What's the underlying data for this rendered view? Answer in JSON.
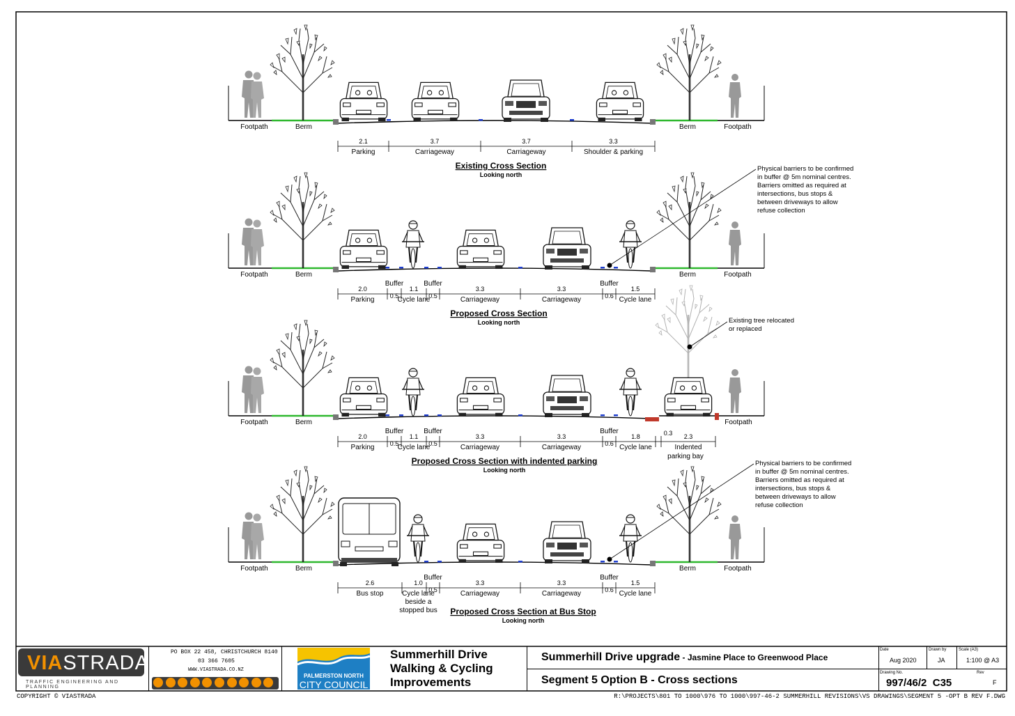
{
  "sections": [
    {
      "title": "Existing Cross Section",
      "subtitle": "Looking north",
      "side_labels": [
        "Footpath",
        "Berm",
        "Berm",
        "Footpath"
      ],
      "dims": [
        {
          "value": "2.1",
          "label": "Parking"
        },
        {
          "value": "3.7",
          "label": "Carriageway"
        },
        {
          "value": "3.7",
          "label": "Carriageway"
        },
        {
          "value": "3.3",
          "label": "Shoulder & parking"
        }
      ]
    },
    {
      "title": "Proposed Cross Section",
      "subtitle": "Looking north",
      "side_labels": [
        "Footpath",
        "Berm",
        "Berm",
        "Footpath"
      ],
      "dims": [
        {
          "value": "2.0",
          "label": "Parking"
        },
        {
          "value": "0.5",
          "label": "Buffer"
        },
        {
          "value": "1.1",
          "label": "Cycle lane"
        },
        {
          "value": "0.5",
          "label": "Buffer"
        },
        {
          "value": "3.3",
          "label": "Carriageway"
        },
        {
          "value": "3.3",
          "label": "Carriageway"
        },
        {
          "value": "0.6",
          "label": "Buffer"
        },
        {
          "value": "1.5",
          "label": "Cycle lane"
        }
      ],
      "note": [
        "Physical barriers to be confirmed",
        "in buffer @ 5m nominal centres.",
        "Barriers omitted as required at",
        "intersections, bus stops &",
        "between driveways to allow",
        "refuse collection"
      ]
    },
    {
      "title": "Proposed Cross Section with indented parking",
      "subtitle": "Looking north",
      "side_labels": [
        "Footpath",
        "Berm",
        "Footpath"
      ],
      "dims": [
        {
          "value": "2.0",
          "label": "Parking"
        },
        {
          "value": "0.5",
          "label": "Buffer"
        },
        {
          "value": "1.1",
          "label": "Cycle lane"
        },
        {
          "value": "0.5",
          "label": "Buffer"
        },
        {
          "value": "3.3",
          "label": "Carriageway"
        },
        {
          "value": "3.3",
          "label": "Carriageway"
        },
        {
          "value": "0.6",
          "label": "Buffer"
        },
        {
          "value": "1.8",
          "label": "Cycle lane"
        },
        {
          "value": "0.3",
          "label": ""
        },
        {
          "value": "2.3",
          "label": "Indented"
        },
        {
          "value": "",
          "label": "parking bay"
        }
      ],
      "note": [
        "Existing tree relocated",
        "or replaced"
      ]
    },
    {
      "title": "Proposed Cross Section at Bus Stop",
      "subtitle": "Looking north",
      "side_labels": [
        "Footpath",
        "Berm",
        "Berm",
        "Footpath"
      ],
      "dims": [
        {
          "value": "2.6",
          "label": "Bus stop"
        },
        {
          "value": "1.0",
          "label": "Cycle lane"
        },
        {
          "value": "",
          "label": "beside a"
        },
        {
          "value": "",
          "label": "stopped bus"
        },
        {
          "value": "0.5",
          "label": "Buffer"
        },
        {
          "value": "3.3",
          "label": "Carriageway"
        },
        {
          "value": "3.3",
          "label": "Carriageway"
        },
        {
          "value": "0.6",
          "label": "Buffer"
        },
        {
          "value": "1.5",
          "label": "Cycle lane"
        }
      ],
      "note": [
        "Physical barriers to be confirmed",
        "in buffer @ 5m nominal centres.",
        "Barriers omitted as required at",
        "intersections, bus stops &",
        "between driveways to allow",
        "refuse collection"
      ]
    }
  ],
  "title_block": {
    "logo_via": "VIA",
    "logo_strada": "STRADA",
    "logo_tagline": "TRAFFIC ENGINEERING AND PLANNING",
    "address": "PO BOX 22 458, CHRISTCHURCH 8140",
    "phone": "03 366 7605",
    "website": "WWW.VIASTRADA.CO.NZ",
    "council_line1": "PALMERSTON NORTH",
    "council_line2": "CITY COUNCIL",
    "project_line1": "Summerhill Drive",
    "project_line2": "Walking & Cycling",
    "project_line3": "Improvements",
    "drawing_title_main": "Summerhill Drive upgrade",
    "drawing_title_sub": " - Jasmine Place to Greenwood Place",
    "drawing_subject": "Segment 5 Option B - Cross sections",
    "date_label": "Date",
    "date_value": "Aug 2020",
    "drawn_label": "Drawn by",
    "drawn_value": "JA",
    "scale_label": "Scale (A3)",
    "scale_value": "1:100 @ A3",
    "drawing_no_label": "Drawing No.",
    "drawing_no_value": "997/46/2",
    "sheet_value": "C35",
    "rev_label": "Rev",
    "rev_value": "F"
  },
  "footer": {
    "copyright": "COPYRIGHT © VIASTRADA",
    "file_path": "R:\\PROJECTS\\801 TO 1000\\976 TO 1000\\997-46-2 SUMMERHILL REVISIONS\\VS DRAWINGS\\SEGMENT 5 -OPT B REV F.DWG"
  },
  "colors": {
    "grass": "#2eb82e",
    "buffer_marker": "#1f3fcf",
    "kerb": "#777777",
    "person": "#999999",
    "logo_orange": "#f29100",
    "logo_dark": "#3a3a3a",
    "council_blue": "#1e7fc4",
    "council_yellow": "#f6c300",
    "parking_red": "#c0392b"
  }
}
